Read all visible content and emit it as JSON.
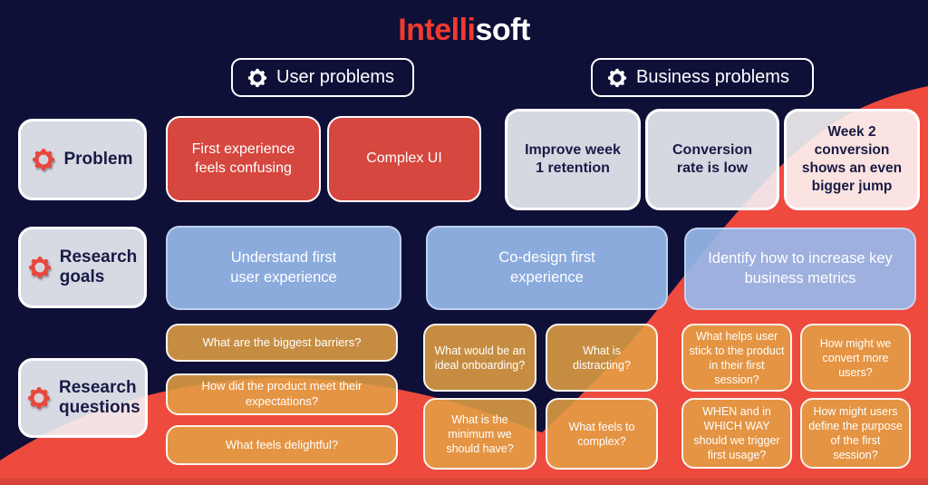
{
  "brand": {
    "part1": "Intelli",
    "part2": "soft"
  },
  "column_headers": {
    "user": "User problems",
    "business": "Business problems"
  },
  "row_labels": {
    "problem": "Problem",
    "research_goals": "Research goals",
    "research_questions": "Research questions"
  },
  "user_problems": [
    "First experience feels confusing",
    "Complex UI"
  ],
  "business_problems": [
    "Improve week 1 retention",
    "Conversion rate is low",
    "Week 2 conversion shows an even bigger jump"
  ],
  "research_goals": [
    "Understand first user experience",
    "Co-design first experience",
    "Identify how to increase key business metrics"
  ],
  "research_questions": {
    "user_experience": [
      "What are the biggest barriers?",
      "How did the product meet their expectations?",
      "What feels delightful?"
    ],
    "first_experience": [
      "What would be an ideal onboarding?",
      "What is distracting?",
      "What is the minimum we should have?",
      "What feels to complex?"
    ],
    "business_metrics": [
      "What helps user stick to the product in their first session?",
      "How might we convert more users?",
      "WHEN and in WHICH WAY should we trigger first usage?",
      "How might  users define the purpose of the first session?"
    ]
  },
  "colors": {
    "background": "#0E1038",
    "blob_red": "#EE4A3E",
    "card_red": "#D6473F",
    "card_blue": "#96B9EC",
    "card_orange": "#E2A044",
    "card_gray": "#F4F6FA",
    "logo_red": "#F23A2C",
    "gear_red": "#E8473C"
  }
}
